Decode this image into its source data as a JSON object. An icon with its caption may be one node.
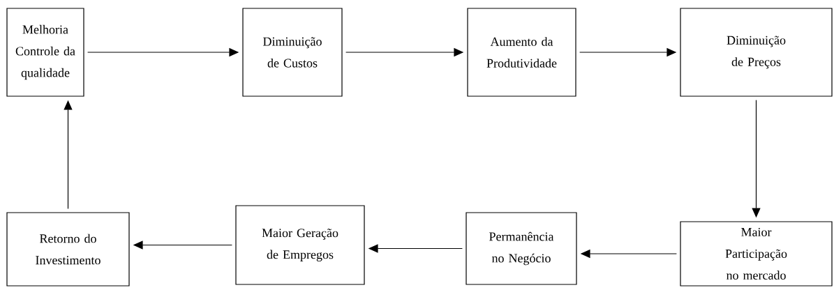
{
  "diagram": {
    "nodes": [
      {
        "text": [
          "Melhoria Controle da qualidade"
        ]
      },
      {
        "text": [
          "Diminuição de Custos"
        ]
      },
      {
        "text": [
          "Aumento da Produtividade"
        ]
      },
      {
        "text": [
          "Diminuição de Preços"
        ]
      },
      {
        "text": [
          "Maior Participação no mercado"
        ]
      },
      {
        "text": [
          "Permanência no Negócio"
        ]
      },
      {
        "text": [
          "Maior Geração de Empregos"
        ]
      },
      {
        "text": [
          "Retorno do Investimento"
        ]
      }
    ],
    "edges": [
      {
        "from": 0,
        "to": 1,
        "arrow": "to"
      },
      {
        "from": 1,
        "to": 2,
        "arrow": "to"
      },
      {
        "from": 2,
        "to": 3,
        "arrow": "to"
      },
      {
        "from": 3,
        "to": 4,
        "arrow": "to"
      },
      {
        "from": 4,
        "to": 5,
        "arrow": "to"
      },
      {
        "from": 5,
        "to": 6,
        "arrow": "to"
      },
      {
        "from": 6,
        "to": 7,
        "arrow": "to"
      },
      {
        "from": 7,
        "to": 0,
        "arrow": "to"
      }
    ]
  }
}
